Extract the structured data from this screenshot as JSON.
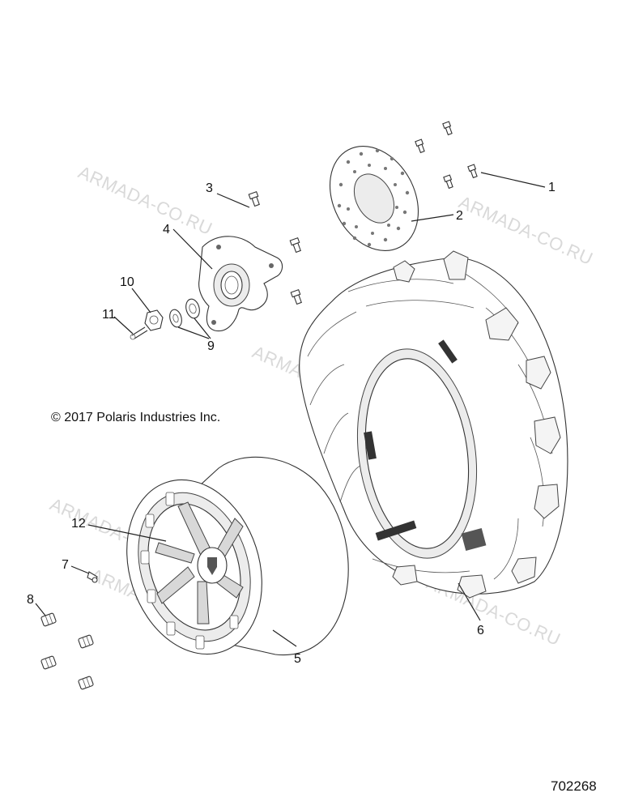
{
  "watermarks": [
    "ARMADA-CO.RU",
    "ARMADA-CO.RU",
    "ARMADA-CO.RU",
    "ARMADA-CO.RU",
    "ARMADA-CO.RU",
    "ARMADA-CO.RU"
  ],
  "copyright": "© 2017 Polaris Industries Inc.",
  "figure_number": "702268",
  "callouts": [
    "1",
    "2",
    "3",
    "4",
    "5",
    "6",
    "7",
    "8",
    "9",
    "10",
    "11",
    "12"
  ]
}
